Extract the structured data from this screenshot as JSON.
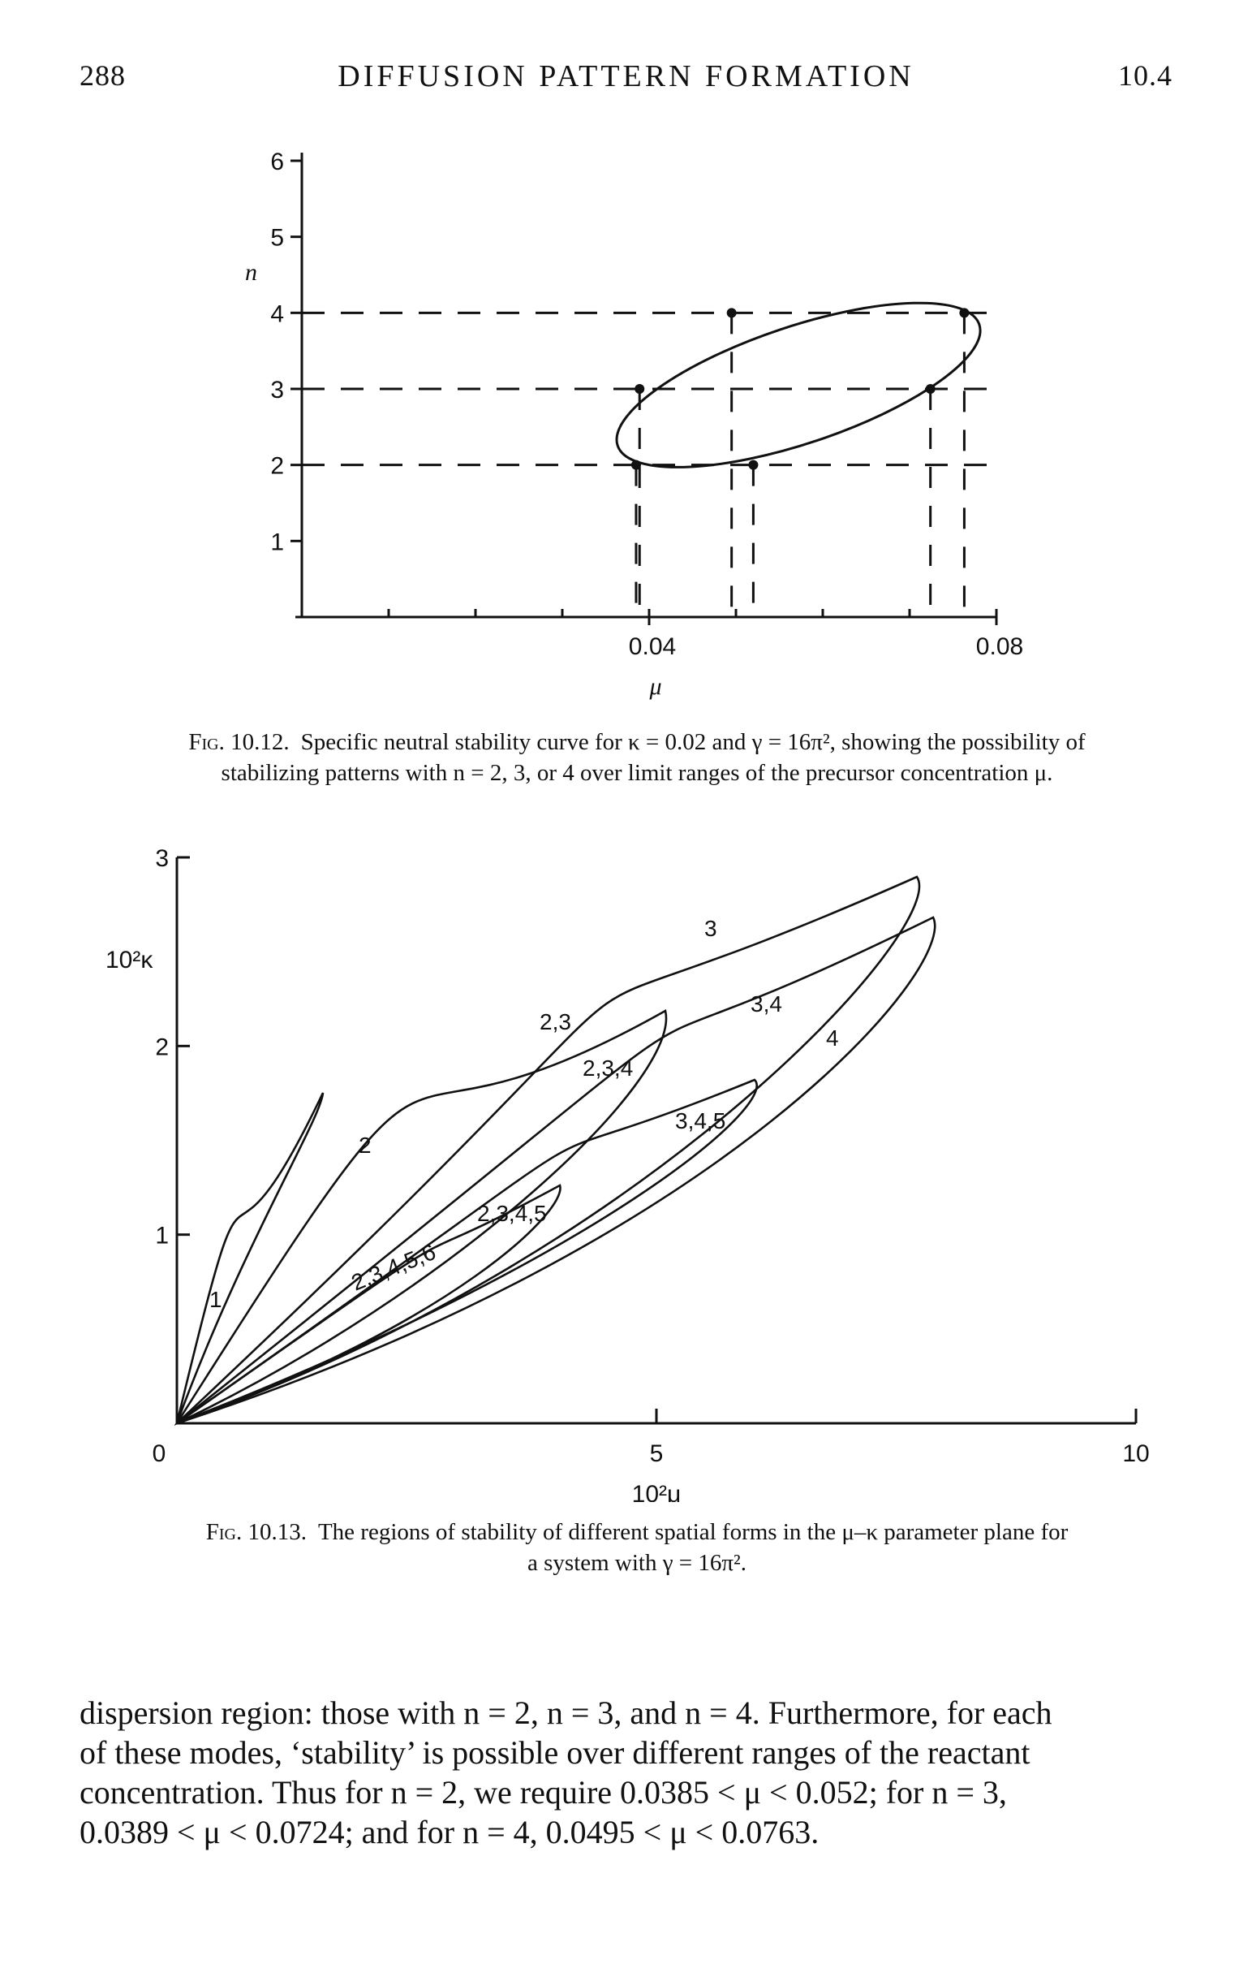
{
  "header": {
    "page": "288",
    "title": "DIFFUSION PATTERN FORMATION",
    "section": "10.4"
  },
  "fig12": {
    "chart_data": {
      "type": "line",
      "xlabel": "μ",
      "ylabel": "n",
      "xticks": [
        "0.04",
        "0.08"
      ],
      "yticks": [
        "1",
        "2",
        "3",
        "4",
        "5",
        "6"
      ],
      "xlim": [
        0,
        0.08
      ],
      "ylim": [
        0,
        6
      ],
      "mode_intervals": [
        {
          "n": 2,
          "mu_min": 0.0385,
          "mu_max": 0.052
        },
        {
          "n": 3,
          "mu_min": 0.0389,
          "mu_max": 0.0724
        },
        {
          "n": 4,
          "mu_min": 0.0495,
          "mu_max": 0.0763
        }
      ]
    },
    "caption_num": "Fig. 10.12.",
    "caption_l1": "Specific neutral stability curve for κ = 0.02 and γ = 16π², showing the possibility of",
    "caption_l2": "stabilizing patterns with n = 2, 3, or 4 over limit ranges of the precursor concentration μ."
  },
  "fig13": {
    "chart_data": {
      "type": "line",
      "xlabel": "10²μ",
      "ylabel": "10²κ",
      "xticks": [
        "0",
        "5",
        "10"
      ],
      "yticks": [
        "1",
        "2",
        "3"
      ],
      "xlim": [
        0,
        10
      ],
      "ylim": [
        0,
        3
      ],
      "region_labels": [
        "1",
        "2",
        "2,3",
        "2,3,4",
        "2,3,4,5",
        "2,3,4,5,6",
        "3",
        "3,4",
        "3,4,5",
        "4"
      ]
    },
    "caption_num": "Fig. 10.13.",
    "caption_l1": "The regions of stability of different spatial forms in the μ–κ parameter plane for",
    "caption_l2": "a system with γ = 16π²."
  },
  "body": {
    "l1": "dispersion region: those with n = 2, n = 3, and n = 4. Furthermore, for each",
    "l2": "of these modes, ‘stability’ is possible over different ranges of the reactant",
    "l3": "concentration. Thus for n = 2, we require 0.0385 < μ < 0.052; for n = 3,",
    "l4": "0.0389 < μ < 0.0724; and for n = 4, 0.0495 < μ < 0.0763."
  }
}
